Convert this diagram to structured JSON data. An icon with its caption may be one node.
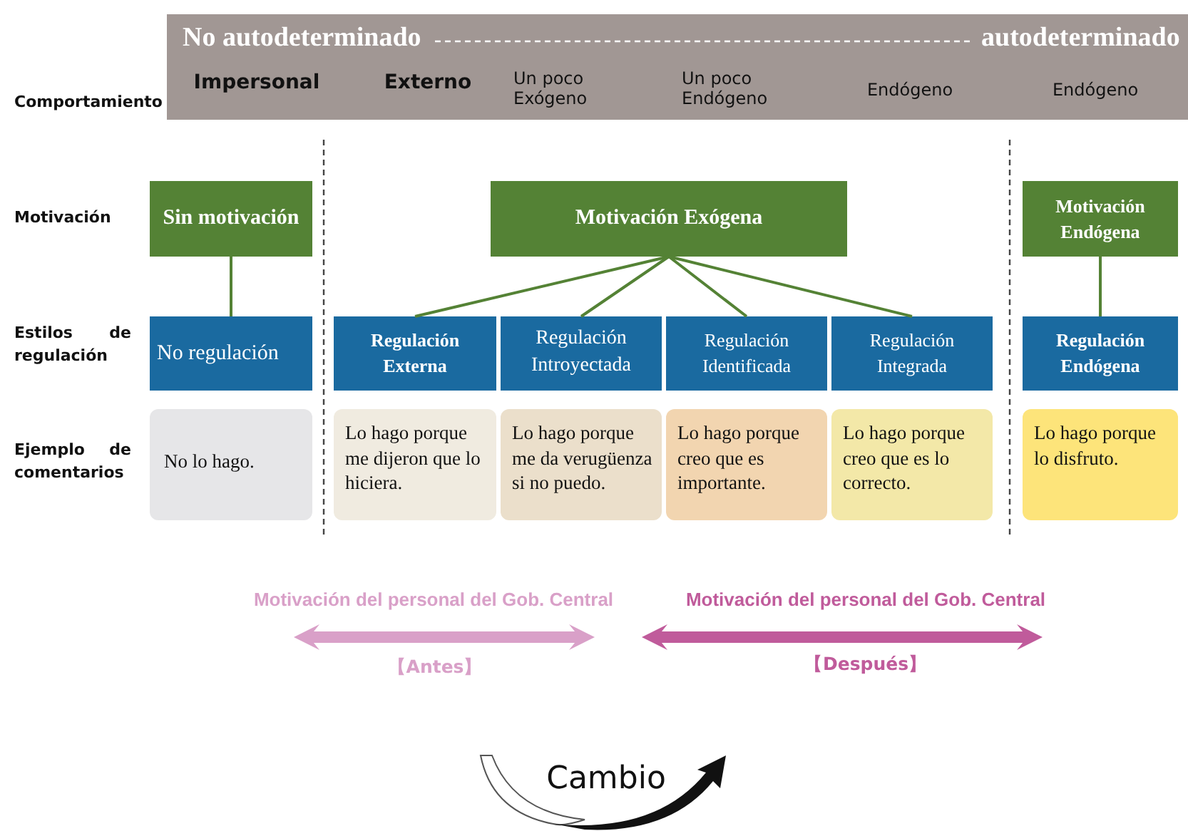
{
  "diagram": {
    "nodes": [
      {
        "text": [
          "No autodeterminado",
          "autodeterminado",
          "Impersonal",
          "Externo",
          "Un poco Exógeno",
          "Un poco Endógeno",
          "Endógeno",
          "Endógeno"
        ]
      },
      {
        "text": [
          "Sin motivación"
        ]
      },
      {
        "text": [
          "Motivación Exógena"
        ]
      },
      {
        "text": [
          "Motivación Endógena"
        ]
      },
      {
        "text": [
          "No regulación"
        ]
      },
      {
        "text": [
          "Regulación Externa"
        ]
      },
      {
        "text": [
          "Regulación Introyectada"
        ]
      },
      {
        "text": [
          "Regulación Identificada"
        ]
      },
      {
        "text": [
          "Regulación Integrada"
        ]
      },
      {
        "text": [
          "Regulación Endógena"
        ]
      },
      {
        "text": [
          "No lo hago."
        ]
      },
      {
        "text": [
          "Lo hago porque me dijeron que lo hiciera."
        ]
      },
      {
        "text": [
          "Lo hago porque me da verugüenza si no puedo."
        ]
      },
      {
        "text": [
          "Lo hago porque creo que es importante."
        ]
      },
      {
        "text": [
          "Lo hago porque creo que es lo correcto."
        ]
      },
      {
        "text": [
          "Lo hago porque lo disfruto."
        ]
      }
    ],
    "edges": [
      {
        "from": 1,
        "to": 4,
        "arrow": "none"
      },
      {
        "from": 2,
        "to": 5,
        "arrow": "none"
      },
      {
        "from": 2,
        "to": 6,
        "arrow": "none"
      },
      {
        "from": 2,
        "to": 7,
        "arrow": "none"
      },
      {
        "from": 2,
        "to": 8,
        "arrow": "none"
      },
      {
        "from": 3,
        "to": 9,
        "arrow": "none"
      }
    ],
    "labels": [
      "Comportamiento",
      "Motivación",
      "Estilos de regulación",
      "Ejemplo de comentarios",
      "Motivación del personal del Gob. Central",
      "Motivación del personal del Gob. Central",
      "【Antes】",
      "【Después】",
      "Cambio"
    ]
  }
}
